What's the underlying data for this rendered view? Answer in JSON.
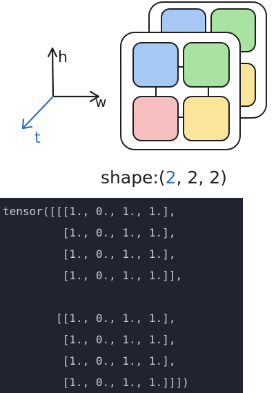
{
  "axes": {
    "h_label": "h",
    "w_label": "w",
    "t_label": "t"
  },
  "shape": {
    "prefix": "shape:(",
    "t_dim": "2",
    "rest": ", 2, 2)"
  },
  "colors": {
    "blue": "#a5c8f5",
    "green": "#a8e3a2",
    "red": "#f8bfc1",
    "yellow": "#fbe59a",
    "accent": "#2a6fd0",
    "stroke": "#1e1e1e",
    "code_bg": "#1f2430",
    "code_text": "#c9ced8"
  },
  "code": {
    "lines": [
      "tensor([[[1., 0., 1., 1.],",
      "         [1., 0., 1., 1.],",
      "         [1., 0., 1., 1.],",
      "         [1., 0., 1., 1.]],",
      "",
      "        [[1., 0., 1., 1.],",
      "         [1., 0., 1., 1.],",
      "         [1., 0., 1., 1.],",
      "         [1., 0., 1., 1.]]])"
    ]
  }
}
